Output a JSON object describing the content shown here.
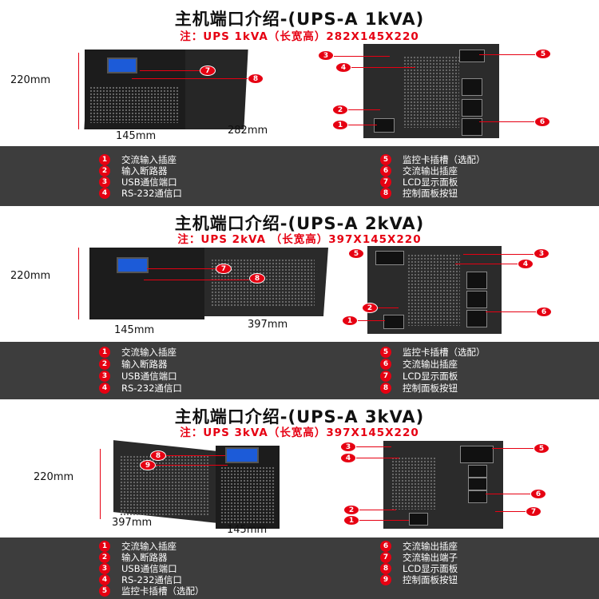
{
  "sections": [
    {
      "title": "主机端口介绍-(UPS-A 1kVA)",
      "note": "注：UPS 1kVA（长宽高）282X145X220",
      "dims": {
        "height": "220mm",
        "width": "145mm",
        "depth": "282mm"
      },
      "callouts": [
        "7",
        "8",
        "3",
        "4",
        "5",
        "2",
        "1",
        "6"
      ],
      "legend": [
        {
          "n": "1",
          "text": "交流输入插座"
        },
        {
          "n": "2",
          "text": "输入断路器"
        },
        {
          "n": "3",
          "text": "USB通信端口"
        },
        {
          "n": "4",
          "text": "RS-232通信口"
        },
        {
          "n": "5",
          "text": "监控卡插槽（选配）"
        },
        {
          "n": "6",
          "text": "交流输出插座"
        },
        {
          "n": "7",
          "text": "LCD显示面板"
        },
        {
          "n": "8",
          "text": "控制面板按钮"
        }
      ]
    },
    {
      "title": "主机端口介绍-(UPS-A 2kVA)",
      "note": "注：UPS 2kVA （长宽高）397X145X220",
      "dims": {
        "height": "220mm",
        "width": "145mm",
        "depth": "397mm"
      },
      "callouts": [
        "7",
        "8",
        "5",
        "3",
        "4",
        "2",
        "1",
        "6"
      ],
      "legend": [
        {
          "n": "1",
          "text": "交流输入插座"
        },
        {
          "n": "2",
          "text": "输入断路器"
        },
        {
          "n": "3",
          "text": "USB通信端口"
        },
        {
          "n": "4",
          "text": "RS-232通信口"
        },
        {
          "n": "5",
          "text": "监控卡插槽（选配）"
        },
        {
          "n": "6",
          "text": "交流输出插座"
        },
        {
          "n": "7",
          "text": "LCD显示面板"
        },
        {
          "n": "8",
          "text": "控制面板按钮"
        }
      ]
    },
    {
      "title": "主机端口介绍-(UPS-A 3kVA)",
      "note": "注：UPS 3kVA（长宽高）397X145X220",
      "dims": {
        "height": "220mm",
        "width": "145mm",
        "depth": "397mm"
      },
      "callouts": [
        "8",
        "9",
        "3",
        "4",
        "5",
        "6",
        "2",
        "7",
        "1"
      ],
      "legend": [
        {
          "n": "1",
          "text": "交流输入插座"
        },
        {
          "n": "2",
          "text": "输入断路器"
        },
        {
          "n": "3",
          "text": "USB通信端口"
        },
        {
          "n": "4",
          "text": "RS-232通信口"
        },
        {
          "n": "5",
          "text": "监控卡插槽（选配）"
        },
        {
          "n": "6",
          "text": "交流输出插座"
        },
        {
          "n": "7",
          "text": "交流输出端子"
        },
        {
          "n": "8",
          "text": "LCD显示面板"
        },
        {
          "n": "9",
          "text": "控制面板按钮"
        }
      ]
    }
  ]
}
